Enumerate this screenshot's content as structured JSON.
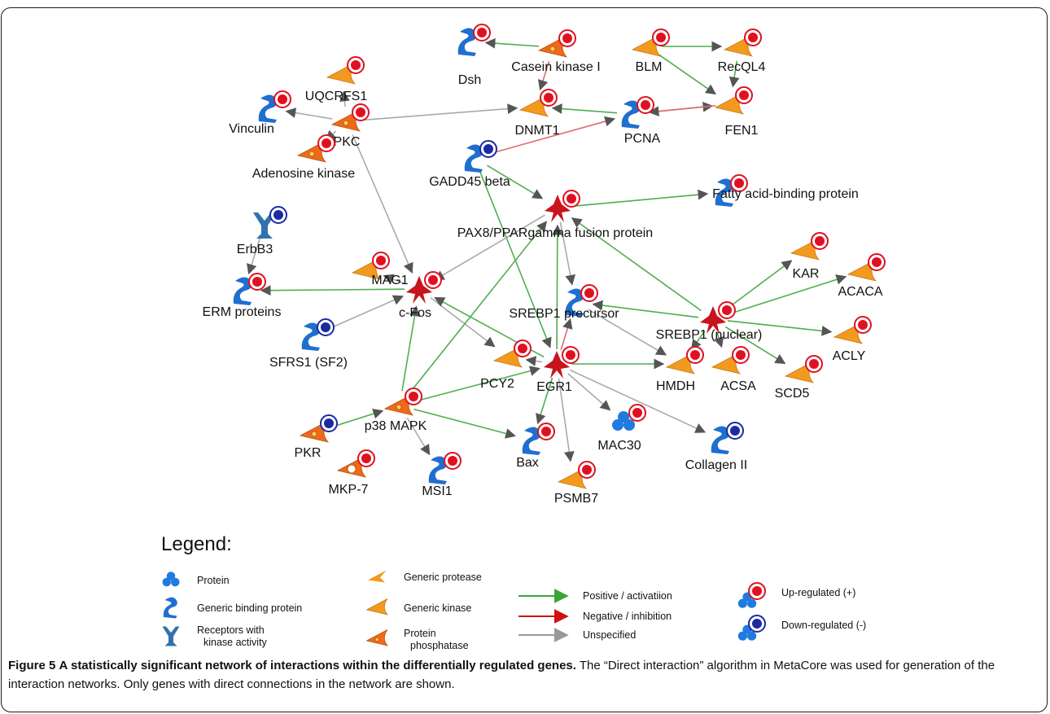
{
  "nodes": [
    {
      "id": "dsh",
      "label": "Dsh",
      "shape": "binding",
      "reg": "up"
    },
    {
      "id": "ck1",
      "label": "Casein kinase I",
      "shape": "phosphatase",
      "reg": "up"
    },
    {
      "id": "blm",
      "label": "BLM",
      "shape": "kinase",
      "reg": "up"
    },
    {
      "id": "recql4",
      "label": "RecQL4",
      "shape": "kinase",
      "reg": "up"
    },
    {
      "id": "uqcrfs1",
      "label": "UQCRFS1",
      "shape": "kinase",
      "reg": "up"
    },
    {
      "id": "vinculin",
      "label": "Vinculin",
      "shape": "binding",
      "reg": "up"
    },
    {
      "id": "pkc",
      "label": "PKC",
      "shape": "phosphatase",
      "reg": "up"
    },
    {
      "id": "dnmt1",
      "label": "DNMT1",
      "shape": "kinase",
      "reg": "up"
    },
    {
      "id": "pcna",
      "label": "PCNA",
      "shape": "binding",
      "reg": "up"
    },
    {
      "id": "fen1",
      "label": "FEN1",
      "shape": "kinase",
      "reg": "up"
    },
    {
      "id": "adk",
      "label": "Adenosine kinase",
      "shape": "phosphatase",
      "reg": "up"
    },
    {
      "id": "gadd45",
      "label": "GADD45 beta",
      "shape": "binding",
      "reg": "down"
    },
    {
      "id": "fabp",
      "label": "Fatty acid-binding protein",
      "shape": "binding",
      "reg": "up"
    },
    {
      "id": "pax8",
      "label": "PAX8/PPARgamma fusion protein",
      "shape": "tf",
      "reg": "up"
    },
    {
      "id": "erbb3",
      "label": "ErbB3",
      "shape": "receptor",
      "reg": "down"
    },
    {
      "id": "kar",
      "label": "KAR",
      "shape": "kinase",
      "reg": "up"
    },
    {
      "id": "mag1",
      "label": "MAG1",
      "shape": "kinase",
      "reg": "up"
    },
    {
      "id": "acaca",
      "label": "ACACA",
      "shape": "kinase",
      "reg": "up"
    },
    {
      "id": "erm",
      "label": "ERM proteins",
      "shape": "binding",
      "reg": "up"
    },
    {
      "id": "cfos",
      "label": "c-Fos",
      "shape": "tf",
      "reg": "up"
    },
    {
      "id": "srebp1p",
      "label": "SREBP1 precursor",
      "shape": "binding",
      "reg": "up"
    },
    {
      "id": "srebp1n",
      "label": "SREBP1 (nuclear)",
      "shape": "tf",
      "reg": "up"
    },
    {
      "id": "sfrs1",
      "label": "SFRS1 (SF2)",
      "shape": "binding",
      "reg": "down"
    },
    {
      "id": "acly",
      "label": "ACLY",
      "shape": "kinase",
      "reg": "up"
    },
    {
      "id": "pcy2",
      "label": "PCY2",
      "shape": "kinase",
      "reg": "up"
    },
    {
      "id": "egr1",
      "label": "EGR1",
      "shape": "tf",
      "reg": "up"
    },
    {
      "id": "hmdh",
      "label": "HMDH",
      "shape": "kinase",
      "reg": "up"
    },
    {
      "id": "acsa",
      "label": "ACSA",
      "shape": "kinase",
      "reg": "up"
    },
    {
      "id": "scd5",
      "label": "SCD5",
      "shape": "kinase",
      "reg": "up"
    },
    {
      "id": "p38",
      "label": "p38 MAPK",
      "shape": "phosphatase",
      "reg": "up"
    },
    {
      "id": "mac30",
      "label": "MAC30",
      "shape": "protein",
      "reg": "up"
    },
    {
      "id": "pkr",
      "label": "PKR",
      "shape": "phosphatase",
      "reg": "down"
    },
    {
      "id": "bax",
      "label": "Bax",
      "shape": "binding",
      "reg": "up"
    },
    {
      "id": "collagen",
      "label": "Collagen II",
      "shape": "binding",
      "reg": "down"
    },
    {
      "id": "mkp7",
      "label": "MKP-7",
      "shape": "phosphatase_open",
      "reg": "up"
    },
    {
      "id": "msi1",
      "label": "MSI1",
      "shape": "binding",
      "reg": "up"
    },
    {
      "id": "psmb7",
      "label": "PSMB7",
      "shape": "kinase",
      "reg": "up"
    }
  ],
  "edges": [
    {
      "from": "ck1",
      "to": "dsh",
      "type": "positive"
    },
    {
      "from": "ck1",
      "to": "dnmt1",
      "type": "negative"
    },
    {
      "from": "blm",
      "to": "recql4",
      "type": "positive"
    },
    {
      "from": "blm",
      "to": "fen1",
      "type": "positive"
    },
    {
      "from": "recql4",
      "to": "fen1",
      "type": "positive"
    },
    {
      "from": "pcna",
      "to": "dnmt1",
      "type": "positive"
    },
    {
      "from": "pcna",
      "to": "fen1",
      "type": "positive"
    },
    {
      "from": "fen1",
      "to": "pcna",
      "type": "negative"
    },
    {
      "from": "pkc",
      "to": "uqcrfs1",
      "type": "unspecified"
    },
    {
      "from": "pkc",
      "to": "vinculin",
      "type": "unspecified"
    },
    {
      "from": "pkc",
      "to": "dnmt1",
      "type": "unspecified"
    },
    {
      "from": "pkc",
      "to": "adk",
      "type": "unspecified"
    },
    {
      "from": "pkc",
      "to": "cfos",
      "type": "unspecified"
    },
    {
      "from": "gadd45",
      "to": "pcna",
      "type": "negative"
    },
    {
      "from": "gadd45",
      "to": "pax8",
      "type": "positive"
    },
    {
      "from": "gadd45",
      "to": "egr1",
      "type": "positive"
    },
    {
      "from": "pax8",
      "to": "fabp",
      "type": "positive"
    },
    {
      "from": "pax8",
      "to": "srebp1p",
      "type": "unspecified"
    },
    {
      "from": "pax8",
      "to": "cfos",
      "type": "unspecified"
    },
    {
      "from": "srebp1n",
      "to": "pax8",
      "type": "positive"
    },
    {
      "from": "srebp1n",
      "to": "srebp1p",
      "type": "positive"
    },
    {
      "from": "srebp1n",
      "to": "kar",
      "type": "positive"
    },
    {
      "from": "srebp1n",
      "to": "acaca",
      "type": "positive"
    },
    {
      "from": "srebp1n",
      "to": "acly",
      "type": "positive"
    },
    {
      "from": "srebp1n",
      "to": "hmdh",
      "type": "positive"
    },
    {
      "from": "srebp1n",
      "to": "acsa",
      "type": "positive"
    },
    {
      "from": "srebp1n",
      "to": "scd5",
      "type": "positive"
    },
    {
      "from": "srebp1p",
      "to": "hmdh",
      "type": "unspecified"
    },
    {
      "from": "erbb3",
      "to": "erm",
      "type": "unspecified"
    },
    {
      "from": "cfos",
      "to": "erm",
      "type": "positive"
    },
    {
      "from": "cfos",
      "to": "mag1",
      "type": "unspecified"
    },
    {
      "from": "cfos",
      "to": "pcy2",
      "type": "unspecified"
    },
    {
      "from": "sfrs1",
      "to": "cfos",
      "type": "unspecified"
    },
    {
      "from": "egr1",
      "to": "cfos",
      "type": "positive"
    },
    {
      "from": "egr1",
      "to": "pax8",
      "type": "positive"
    },
    {
      "from": "egr1",
      "to": "srebp1p",
      "type": "negative"
    },
    {
      "from": "egr1",
      "to": "pcy2",
      "type": "unspecified"
    },
    {
      "from": "egr1",
      "to": "hmdh",
      "type": "positive"
    },
    {
      "from": "egr1",
      "to": "bax",
      "type": "positive"
    },
    {
      "from": "egr1",
      "to": "mac30",
      "type": "unspecified"
    },
    {
      "from": "egr1",
      "to": "psmb7",
      "type": "unspecified"
    },
    {
      "from": "egr1",
      "to": "collagen",
      "type": "unspecified"
    },
    {
      "from": "p38",
      "to": "cfos",
      "type": "positive"
    },
    {
      "from": "p38",
      "to": "pax8",
      "type": "positive"
    },
    {
      "from": "p38",
      "to": "egr1",
      "type": "positive"
    },
    {
      "from": "p38",
      "to": "bax",
      "type": "positive"
    },
    {
      "from": "p38",
      "to": "msi1",
      "type": "unspecified"
    },
    {
      "from": "pkr",
      "to": "p38",
      "type": "positive"
    }
  ],
  "legend": {
    "title": "Legend:",
    "node_types": [
      {
        "shape": "protein",
        "label": "Protein"
      },
      {
        "shape": "binding",
        "label": "Generic binding protein"
      },
      {
        "shape": "receptor",
        "label_line1": "Receptors with",
        "label_line2": "kinase activity"
      },
      {
        "shape": "protease",
        "label": "Generic protease"
      },
      {
        "shape": "kinase",
        "label": "Generic kinase"
      },
      {
        "shape": "phosphatase",
        "label_line1": "Protein",
        "label_line2": "phosphatase"
      }
    ],
    "edge_types": [
      {
        "type": "positive",
        "label": "Positive / activatiion"
      },
      {
        "type": "negative",
        "label": "Negative / inhibition"
      },
      {
        "type": "unspecified",
        "label": "Unspecified"
      }
    ],
    "regulation": [
      {
        "type": "up",
        "label": "Up-regulated (+)"
      },
      {
        "type": "down",
        "label": "Down-regulated (-)"
      }
    ]
  },
  "colors": {
    "positive": "#4fae4f",
    "negative": "#e06a70",
    "unspecified": "#aaaaaa",
    "up_marker": "#e01020",
    "down_marker": "#1a2aa0",
    "binding_protein": "#1f6fd0",
    "kinase": "#f29a1d",
    "phosphatase": "#ee6a1a",
    "transcription_factor": "#c8141c",
    "receptor": "#2f72ad"
  },
  "caption": {
    "label": "Figure 5",
    "title": "A statistically significant network of interactions within the differentially regulated genes.",
    "body": "The “Direct interaction” algorithm in MetaCore was used for generation of the interaction networks. Only genes with direct connections in the network are shown."
  }
}
